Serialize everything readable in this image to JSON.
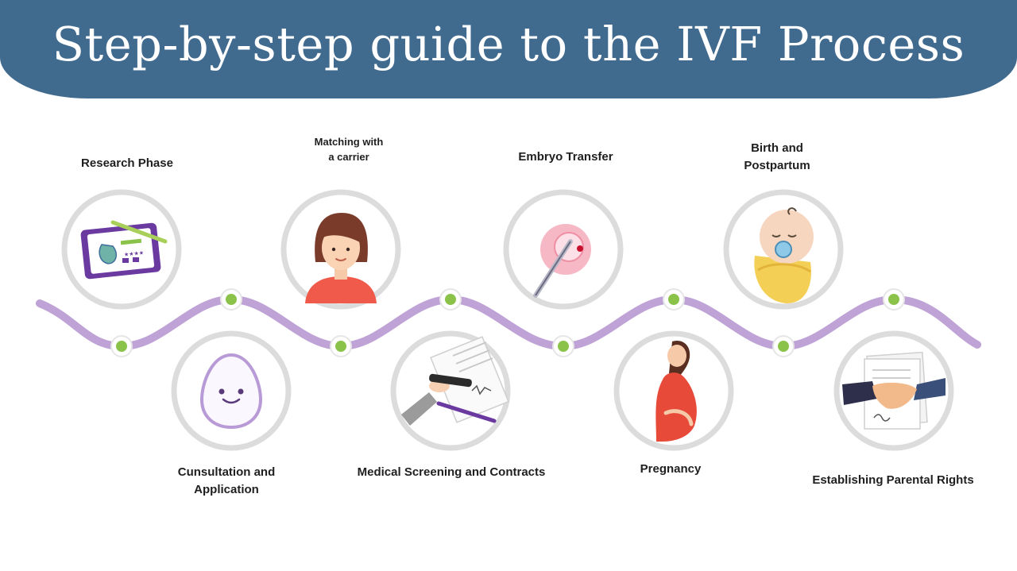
{
  "header": {
    "title": "Step-by-step guide to the IVF Process"
  },
  "steps": [
    {
      "id": "research",
      "lines": [
        "Research Phase"
      ],
      "icon": "tablet-review-icon"
    },
    {
      "id": "consultation",
      "lines": [
        "Cunsultation and",
        "Application"
      ],
      "icon": "egg-face-icon"
    },
    {
      "id": "matching",
      "lines": [
        "Matching with",
        "a carrier"
      ],
      "icon": "woman-avatar-icon"
    },
    {
      "id": "screening",
      "lines": [
        "Medical Screening and Contracts"
      ],
      "icon": "signing-contract-icon"
    },
    {
      "id": "transfer",
      "lines": [
        "Embryo Transfer"
      ],
      "icon": "embryo-pipette-icon"
    },
    {
      "id": "pregnancy",
      "lines": [
        "Pregnancy"
      ],
      "icon": "pregnant-woman-icon"
    },
    {
      "id": "birth",
      "lines": [
        "Birth and",
        "Postpartum"
      ],
      "icon": "swaddled-baby-icon"
    },
    {
      "id": "parental",
      "lines": [
        "Establishing Parental Rights"
      ],
      "icon": "handshake-documents-icon"
    }
  ],
  "colors": {
    "header_bg": "#416a8f",
    "wave": "#bfa2d6",
    "node": "#8bc34a",
    "ring": "#dcdcdc"
  }
}
